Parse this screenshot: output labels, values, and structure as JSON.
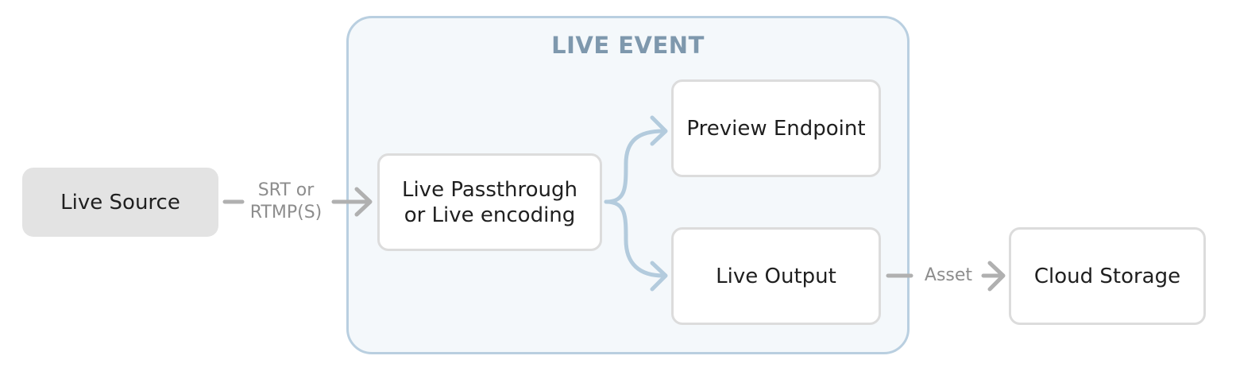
{
  "group": {
    "title": "LIVE EVENT"
  },
  "nodes": {
    "live_source": {
      "lines": [
        "Live Source"
      ]
    },
    "passthrough": {
      "lines": [
        "Live Passthrough",
        "or Live encoding"
      ]
    },
    "preview": {
      "lines": [
        "Preview Endpoint"
      ]
    },
    "live_output": {
      "lines": [
        "Live Output"
      ]
    },
    "cloud_storage": {
      "lines": [
        "Cloud Storage"
      ]
    }
  },
  "edges": {
    "ingest": {
      "lines": [
        "SRT or",
        "RTMP(S)"
      ]
    },
    "archive": {
      "lines": [
        "Asset"
      ]
    }
  },
  "colors": {
    "group_border": "#b9cfe0",
    "group_fill": "#f4f8fb",
    "group_title": "#7e98ad",
    "gray_arrow": "#b0b0b0",
    "blue_arrow": "#b3cbdd"
  }
}
